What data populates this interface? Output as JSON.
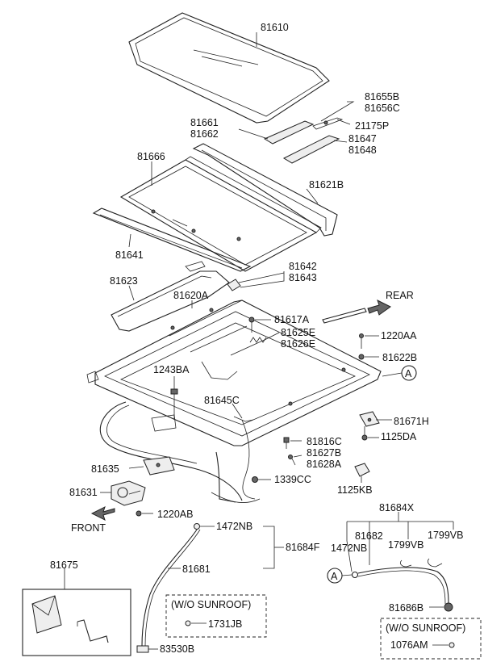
{
  "parts": {
    "p81610": "81610",
    "p81655B": "81655B",
    "p81656C": "81656C",
    "p21175P": "21175P",
    "p81661": "81661",
    "p81662": "81662",
    "p81647": "81647",
    "p81648": "81648",
    "p81666": "81666",
    "p81621B": "81621B",
    "p81641": "81641",
    "p81642": "81642",
    "p81643": "81643",
    "p81623": "81623",
    "p81620A": "81620A",
    "p81617A": "81617A",
    "p81625E": "81625E",
    "p81626E": "81626E",
    "p1220AA": "1220AA",
    "p81622B": "81622B",
    "p1243BA": "1243BA",
    "p81645C": "81645C",
    "p81671H": "81671H",
    "p1125DA": "1125DA",
    "p81816C": "81816C",
    "p81627B": "81627B",
    "p81628A": "81628A",
    "p81635": "81635",
    "p1339CC": "1339CC",
    "p1125KB": "1125KB",
    "p81631": "81631",
    "p1220AB": "1220AB",
    "p1472NB_a": "1472NB",
    "p81684F": "81684F",
    "p81681": "81681",
    "p81684X": "81684X",
    "p81682": "81682",
    "p1472NB_b": "1472NB",
    "p1799VB_a": "1799VB",
    "p1799VB_b": "1799VB",
    "p81675": "81675",
    "p1731JB": "1731JB",
    "p83530B": "83530B",
    "p81686B": "81686B",
    "p1076AM": "1076AM"
  },
  "directions": {
    "rear": "REAR",
    "front": "FRONT"
  },
  "callouts": {
    "marker_a_right": "A",
    "marker_a_left": "A"
  },
  "notes": {
    "wo_sunroof_left": "(W/O SUNROOF)",
    "wo_sunroof_right": "(W/O SUNROOF)"
  }
}
